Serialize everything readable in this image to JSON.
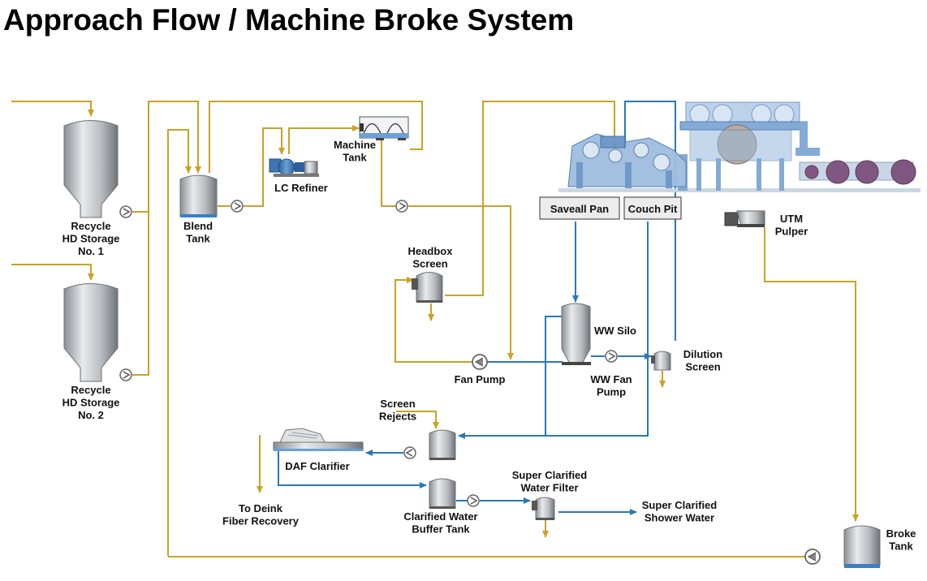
{
  "title": "Approach Flow / Machine Broke System",
  "labels": {
    "recycle1": [
      "Recycle",
      "HD Storage",
      "No. 1"
    ],
    "recycle2": [
      "Recycle",
      "HD Storage",
      "No. 2"
    ],
    "blend_tank": [
      "Blend",
      "Tank"
    ],
    "lc_refiner": [
      "LC Refiner"
    ],
    "machine_tank": [
      "Machine",
      "Tank"
    ],
    "headbox_screen": [
      "Headbox",
      "Screen"
    ],
    "fan_pump": [
      "Fan Pump"
    ],
    "ww_silo": [
      "WW Silo"
    ],
    "ww_fan_pump": [
      "WW Fan",
      "Pump"
    ],
    "dilution_screen": [
      "Dilution",
      "Screen"
    ],
    "screen_rejects": [
      "Screen",
      "Rejects"
    ],
    "daf_clarifier": [
      "DAF Clarifier"
    ],
    "to_deink": [
      "To Deink",
      "Fiber Recovery"
    ],
    "clarified_water": [
      "Clarified Water",
      "Buffer Tank"
    ],
    "super_clarified_filter": [
      "Super Clarified",
      "Water Filter"
    ],
    "super_clarified_shower": [
      "Super Clarified",
      "Shower Water"
    ],
    "utm_pulper": [
      "UTM",
      "Pulper"
    ],
    "broke_tank": [
      "Broke",
      "Tank"
    ],
    "saveall_pan": "Saveall Pan",
    "couch_pit": "Couch Pit"
  },
  "colors": {
    "fiber_line": "#c9a227",
    "water_line": "#2a78b4",
    "machine": "#8fb3d9",
    "tank_gray": "#b5b9bd",
    "felt_roll": "#7a4f7d"
  }
}
